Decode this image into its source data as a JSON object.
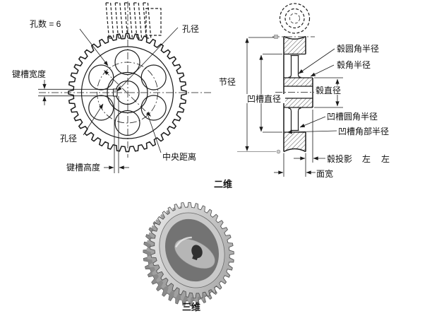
{
  "figure": {
    "caption_2d": "二维",
    "caption_3d": "三维"
  },
  "view_2d": {
    "labels": {
      "hole_count": "孔数 = 6",
      "hole_diameter": "孔径",
      "keyway_width": "键槽宽度",
      "bore_diameter": "孔径",
      "center_distance": "中央距离",
      "keyway_height": "键槽高度"
    },
    "hole_count_value": 6
  },
  "view_section": {
    "labels": {
      "pitch_diameter": "节径",
      "groove_diameter": "凹槽直径",
      "hub_fillet_radius": "毂圆角半径",
      "hub_corner_radius": "毂角半径",
      "hub_diameter": "毂直径",
      "groove_fillet_radius": "凹槽圆角半径",
      "groove_corner_radius": "凹槽角部半径",
      "hub_projection": "毂投影",
      "hub_projection_values": [
        "左",
        "左"
      ],
      "face_width": "面宽"
    }
  },
  "colors": {
    "line": "#1a1a1a",
    "dim_gray": "#999999",
    "metal_light": "#e9e9e9",
    "metal_mid": "#b5b5b5",
    "metal_dark": "#6f6f6f"
  }
}
